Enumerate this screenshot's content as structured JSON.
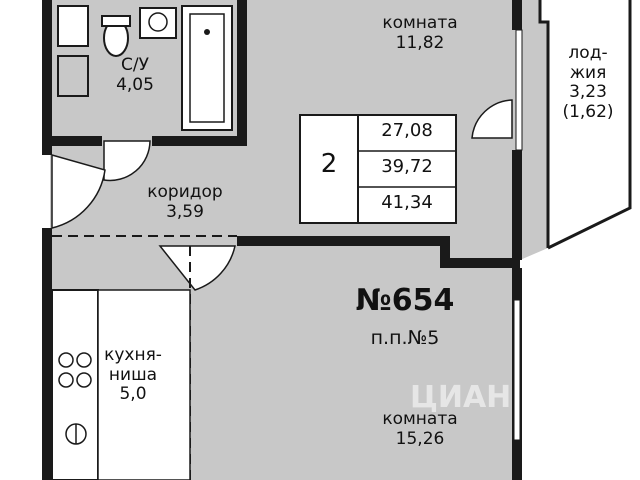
{
  "rooms": {
    "bath": {
      "name": "С/У",
      "area": "4,05"
    },
    "room_top": {
      "name": "комната",
      "area": "11,82"
    },
    "loggia": {
      "name_line1": "лод-",
      "name_line2": "жия",
      "area": "3,23",
      "area_reduced": "(1,62)"
    },
    "corridor": {
      "name": "коридор",
      "area": "3,59"
    },
    "kitchen": {
      "name_line1": "кухня-",
      "name_line2": "ниша",
      "area": "5,0"
    },
    "room_bottom": {
      "name": "комната",
      "area": "15,26"
    }
  },
  "summary": {
    "rooms_count": "2",
    "living_area": "27,08",
    "total_area": "39,72",
    "total_with_loggia": "41,34"
  },
  "apartment": {
    "number": "№654",
    "floor_position": "п.п.№5"
  },
  "watermark": {
    "text": "ЦИАН"
  },
  "colors": {
    "floor": "#c8c8c8",
    "wall": "#1a1a1a",
    "door": "#ffffff"
  }
}
